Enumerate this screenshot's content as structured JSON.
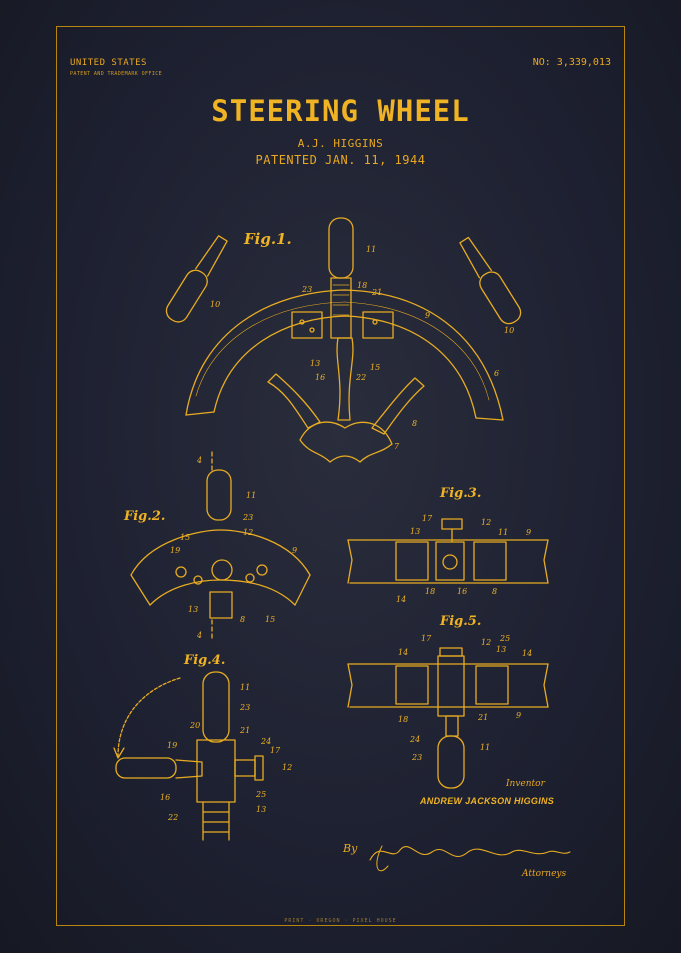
{
  "header": {
    "country": "UNITED STATES",
    "office": "PATENT AND TRADEMARK OFFICE",
    "patent_number": "NO: 3,339,013"
  },
  "title": "STEERING WHEEL",
  "inventor_short": "A.J. HIGGINS",
  "patent_date": "PATENTED JAN. 11, 1944",
  "figures": {
    "fig1": "Fig.1.",
    "fig2": "Fig.2.",
    "fig3": "Fig.3.",
    "fig4": "Fig.4.",
    "fig5": "Fig.5."
  },
  "signature": {
    "inventor_label": "Inventor",
    "inventor_name": "ANDREW JACKSON HIGGINS",
    "by": "By",
    "attorneys": "Attorneys"
  },
  "footer": "PRINT · OREGON · PIXEL HOUSE",
  "colors": {
    "gold": "#f0b323",
    "background": "#1f2230"
  }
}
